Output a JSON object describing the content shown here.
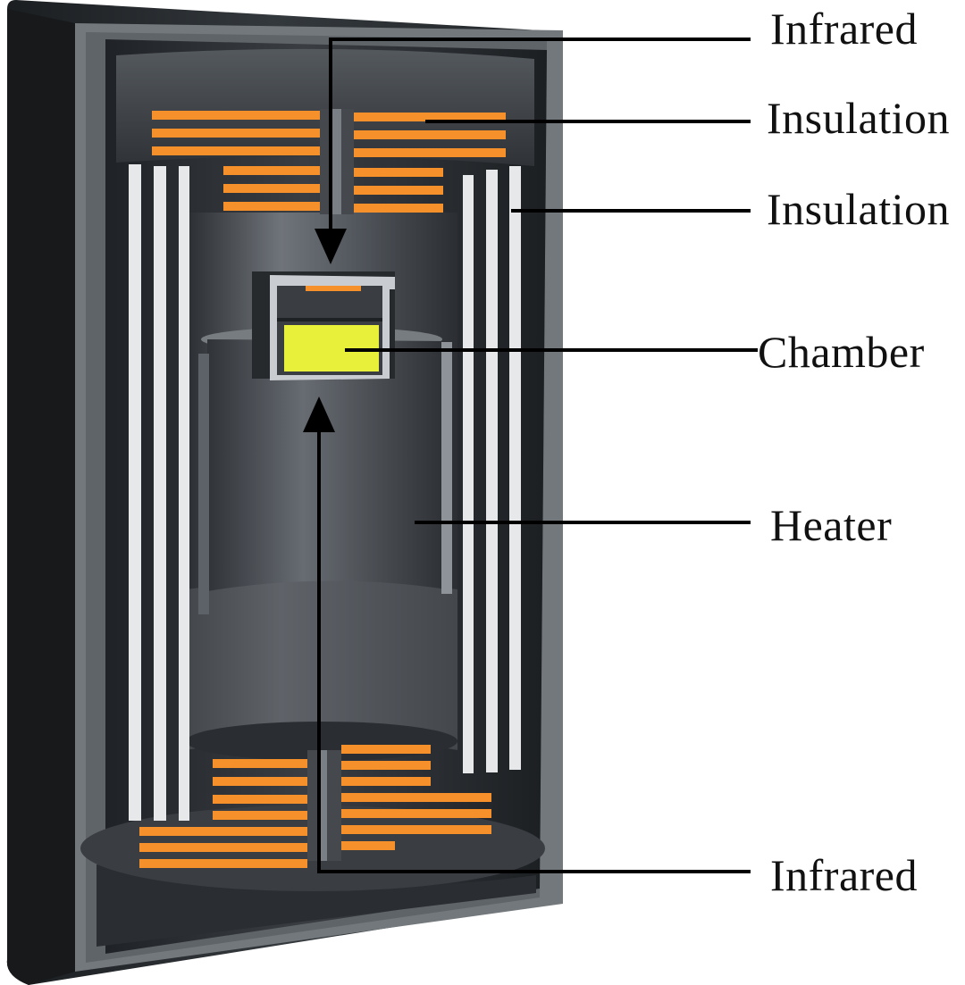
{
  "labels": {
    "infrared_top": "Infrared",
    "insulation_upper": "Insulation",
    "insulation_lower": "Insulation",
    "chamber": "Chamber",
    "heater": "Heater",
    "infrared_bottom": "Infrared"
  },
  "colors": {
    "background": "#ffffff",
    "casing_outer": "#262a2d",
    "casing_rim": "#73787c",
    "cavity": "#2e3135",
    "insulation_plate": "#f5902b",
    "insulation_tube": "#e6e8ea",
    "heater_body": "#4a4e53",
    "chamber_sample": "#e9f03a",
    "leader_line": "#000000",
    "label_text": "#111111"
  },
  "icons": {
    "infrared_arrow": "arrow-head-icon"
  }
}
